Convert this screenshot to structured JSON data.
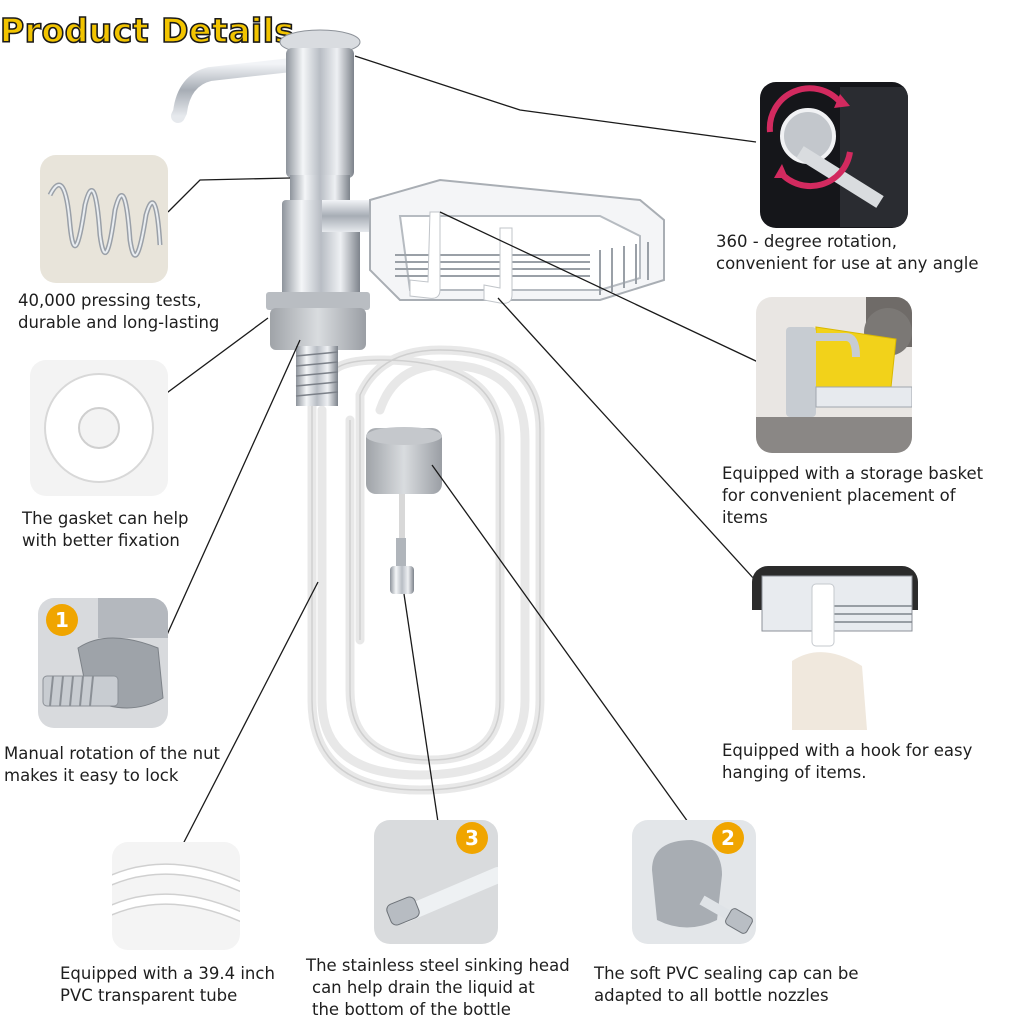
{
  "title": "Product Details",
  "captions": {
    "pressing_tests": [
      "40,000 pressing tests,",
      "durable and long-lasting"
    ],
    "gasket": [
      "The gasket can help",
      "with better fixation"
    ],
    "nut": [
      "Manual rotation of the nut",
      "makes it easy to lock"
    ],
    "tube": [
      "Equipped with a 39.4 inch",
      "PVC transparent tube"
    ],
    "sinking_head": [
      "The stainless steel sinking head",
      "can help drain the liquid at",
      "the bottom of the bottle"
    ],
    "sealing_cap": [
      "The soft PVC sealing cap can be",
      "adapted to all bottle nozzles"
    ],
    "rotation": [
      "360 - degree rotation,",
      "convenient for use at any angle"
    ],
    "storage_basket": [
      "Equipped with a storage basket",
      "for convenient placement of",
      "items"
    ],
    "hook": [
      "Equipped with a hook for easy",
      "hanging of items."
    ]
  },
  "badges": {
    "nut": "1",
    "sealing_cap": "2",
    "sinking_head": "3"
  },
  "colors": {
    "title_fill": "#f2c400",
    "badge": "#f0a500",
    "chrome": "#c9ccd1",
    "sponge": "#f2d21a"
  }
}
